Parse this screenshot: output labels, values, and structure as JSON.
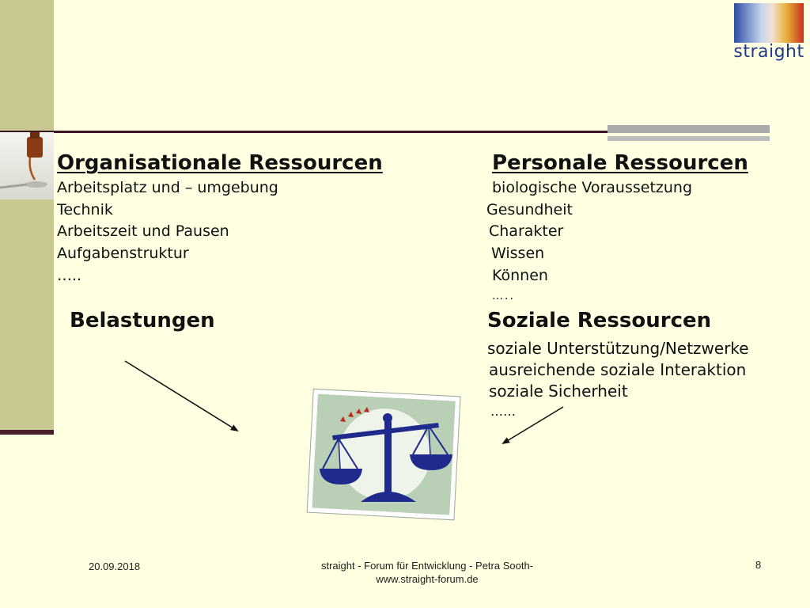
{
  "logo": {
    "text": "straight"
  },
  "left_column": {
    "heading": "Organisationale Ressourcen",
    "items": [
      "Arbeitsplatz und – umgebung",
      "Technik",
      "Arbeitszeit und Pausen",
      "Aufgabenstruktur",
      "….."
    ]
  },
  "right_column": {
    "heading": "Personale Ressourcen",
    "items": [
      "biologische Voraussetzung",
      "Gesundheit",
      "Charakter",
      "Wissen",
      "Können",
      "….."
    ]
  },
  "belastungen": {
    "heading": "Belastungen"
  },
  "soziale": {
    "heading": "Soziale Ressourcen",
    "items": [
      "soziale Unterstützung/Netzwerke",
      "ausreichende soziale Interaktion",
      "soziale Sicherheit",
      "……"
    ]
  },
  "footer": {
    "date": "20.09.2018",
    "center_line1": "straight - Forum für Entwicklung - Petra Sooth-",
    "center_line2": "www.straight-forum.de",
    "page_number": "8"
  },
  "colors": {
    "background": "#FFFFE1",
    "left_bar": "#C9C893",
    "scale_blue": "#1F2A8C",
    "logo_blue": "#1F3A8A"
  }
}
